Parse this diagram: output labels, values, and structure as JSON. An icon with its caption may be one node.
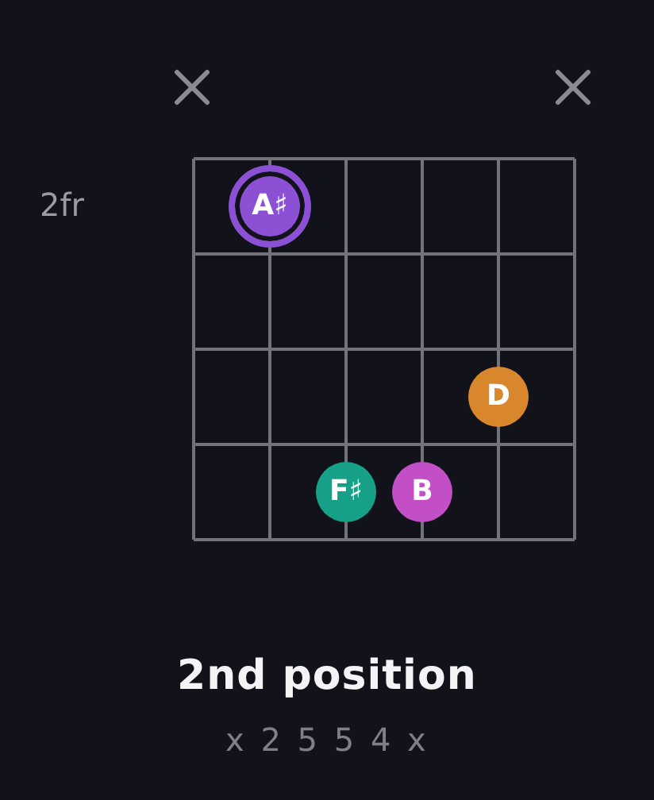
{
  "diagram": {
    "title": "2nd position",
    "caption": "x 2 5 5 4 x",
    "nodes": [
      {
        "text": [
          "A♯"
        ]
      },
      {
        "text": [
          "D"
        ]
      },
      {
        "text": [
          "F♯"
        ]
      },
      {
        "text": [
          "B"
        ]
      }
    ],
    "labels": [
      "2fr"
    ]
  }
}
